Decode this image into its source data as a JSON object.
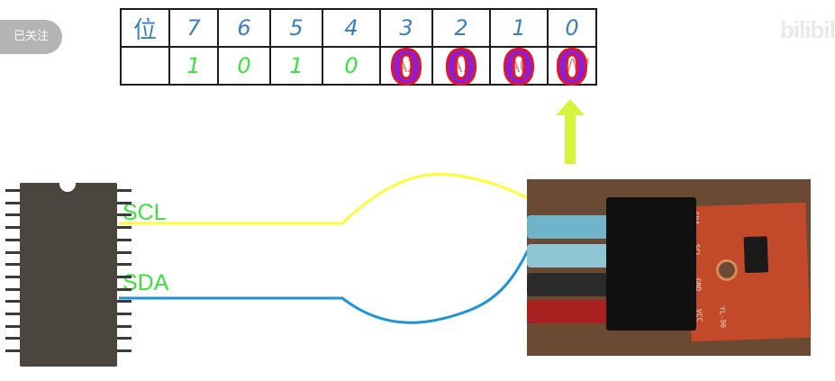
{
  "follow_button": {
    "label": "已关注"
  },
  "watermark": {
    "text": "bilibili"
  },
  "bit_table": {
    "header_label": "位",
    "bit_positions": [
      "7",
      "6",
      "5",
      "4",
      "3",
      "2",
      "1",
      "0"
    ],
    "values": [
      "1",
      "0",
      "1",
      "0",
      "0",
      "0",
      "0",
      "0"
    ],
    "faint_labels": [
      "A2",
      "A1",
      "A0",
      "R/W"
    ]
  },
  "chip": {
    "pins_per_side": 14
  },
  "signals": {
    "scl_label": "SCL",
    "sda_label": "SDA"
  },
  "colors": {
    "scl_wire": "#fffb3c",
    "sda_wire": "#1c94d8",
    "arrow": "#d6f53a",
    "label_green": "#3ee03e",
    "header_blue": "#3a7fc4"
  },
  "module": {
    "pin_labels": [
      "SDA",
      "SCL",
      "GND",
      "VCC"
    ],
    "board_label": "YL-90"
  }
}
